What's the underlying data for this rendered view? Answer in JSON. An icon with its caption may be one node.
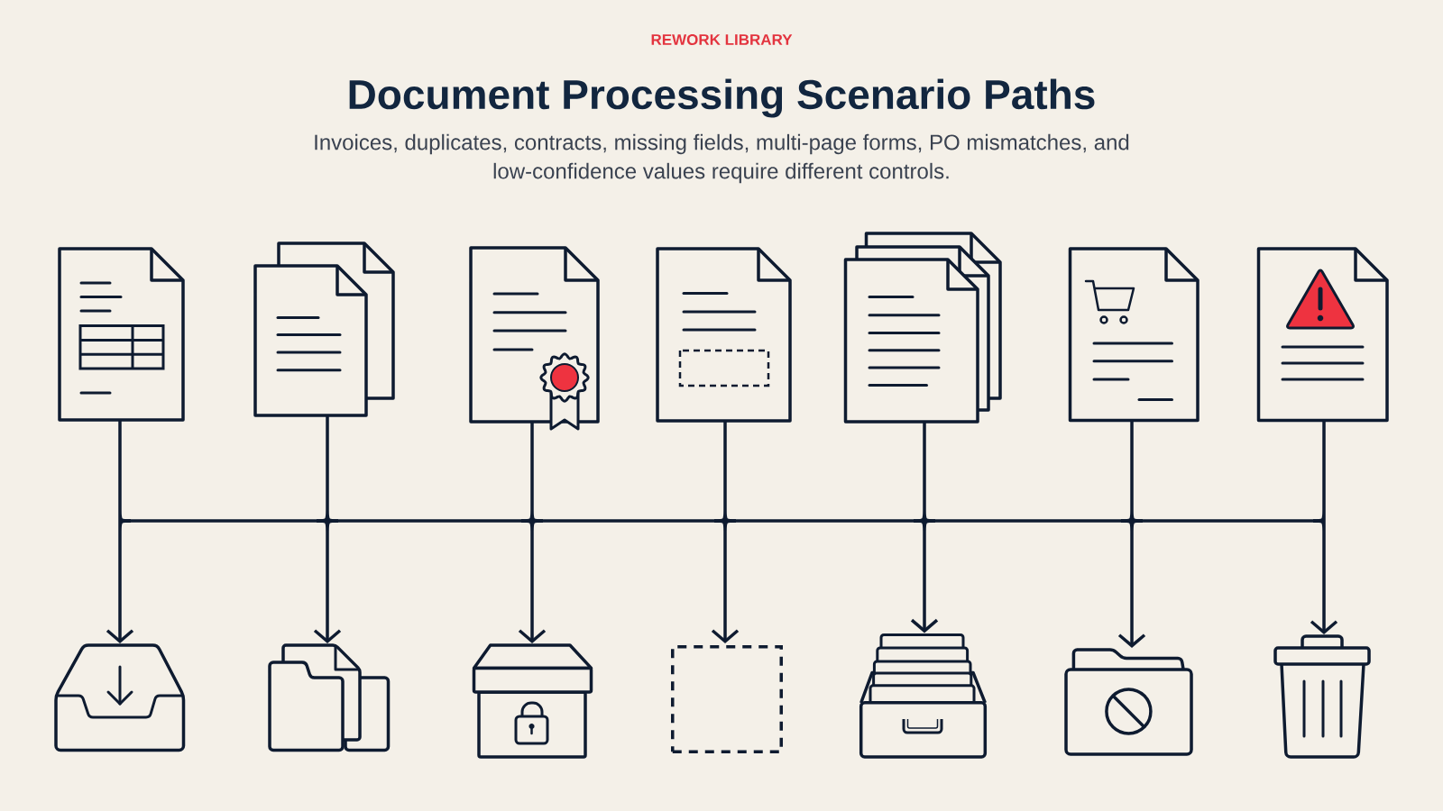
{
  "diagram": {
    "title": "Document Processing Scenario Paths",
    "nodes": [
      {
        "text": [],
        "shape": "picture"
      },
      {
        "text": [],
        "shape": "picture"
      },
      {
        "text": [],
        "shape": "picture"
      },
      {
        "text": [],
        "shape": "picture"
      },
      {
        "text": [],
        "shape": "picture"
      },
      {
        "text": [],
        "shape": "picture"
      },
      {
        "text": [],
        "shape": "picture"
      },
      {
        "text": [],
        "shape": "picture"
      },
      {
        "text": [],
        "shape": "picture"
      },
      {
        "text": [],
        "shape": "picture"
      },
      {
        "text": [],
        "shape": "box"
      },
      {
        "text": [],
        "shape": "picture"
      },
      {
        "text": [],
        "shape": "picture"
      },
      {
        "text": [],
        "shape": "picture"
      }
    ],
    "edges": [
      {
        "from": 0,
        "to": 7,
        "arrow": "to"
      },
      {
        "from": 0,
        "to": 8,
        "arrow": "to"
      },
      {
        "from": 0,
        "to": 9,
        "arrow": "to"
      },
      {
        "from": 0,
        "to": 10,
        "arrow": "to"
      },
      {
        "from": 0,
        "to": 11,
        "arrow": "to"
      },
      {
        "from": 0,
        "to": 12,
        "arrow": "to"
      },
      {
        "from": 0,
        "to": 13,
        "arrow": "to"
      },
      {
        "from": 1,
        "to": 7,
        "arrow": "to"
      },
      {
        "from": 1,
        "to": 8,
        "arrow": "to"
      },
      {
        "from": 1,
        "to": 9,
        "arrow": "to"
      },
      {
        "from": 1,
        "to": 10,
        "arrow": "to"
      },
      {
        "from": 1,
        "to": 11,
        "arrow": "to"
      },
      {
        "from": 1,
        "to": 12,
        "arrow": "to"
      },
      {
        "from": 1,
        "to": 13,
        "arrow": "to"
      },
      {
        "from": 2,
        "to": 7,
        "arrow": "to"
      },
      {
        "from": 2,
        "to": 8,
        "arrow": "to"
      },
      {
        "from": 2,
        "to": 9,
        "arrow": "to"
      },
      {
        "from": 2,
        "to": 10,
        "arrow": "to"
      },
      {
        "from": 2,
        "to": 11,
        "arrow": "to"
      },
      {
        "from": 2,
        "to": 12,
        "arrow": "to"
      },
      {
        "from": 2,
        "to": 13,
        "arrow": "to"
      },
      {
        "from": 3,
        "to": 7,
        "arrow": "to"
      },
      {
        "from": 3,
        "to": 8,
        "arrow": "to"
      },
      {
        "from": 3,
        "to": 9,
        "arrow": "to"
      },
      {
        "from": 3,
        "to": 10,
        "arrow": "to"
      },
      {
        "from": 3,
        "to": 11,
        "arrow": "to"
      },
      {
        "from": 3,
        "to": 12,
        "arrow": "to"
      },
      {
        "from": 3,
        "to": 13,
        "arrow": "to"
      },
      {
        "from": 4,
        "to": 7,
        "arrow": "to"
      },
      {
        "from": 4,
        "to": 8,
        "arrow": "to"
      },
      {
        "from": 4,
        "to": 9,
        "arrow": "to"
      },
      {
        "from": 4,
        "to": 10,
        "arrow": "to"
      },
      {
        "from": 4,
        "to": 11,
        "arrow": "to"
      },
      {
        "from": 4,
        "to": 12,
        "arrow": "to"
      },
      {
        "from": 4,
        "to": 13,
        "arrow": "to"
      },
      {
        "from": 5,
        "to": 7,
        "arrow": "to"
      },
      {
        "from": 5,
        "to": 8,
        "arrow": "to"
      },
      {
        "from": 5,
        "to": 9,
        "arrow": "to"
      },
      {
        "from": 5,
        "to": 10,
        "arrow": "to"
      },
      {
        "from": 5,
        "to": 11,
        "arrow": "to"
      },
      {
        "from": 5,
        "to": 12,
        "arrow": "to"
      },
      {
        "from": 5,
        "to": 13,
        "arrow": "to"
      },
      {
        "from": 6,
        "to": 7,
        "arrow": "to"
      },
      {
        "from": 6,
        "to": 8,
        "arrow": "to"
      },
      {
        "from": 6,
        "to": 9,
        "arrow": "to"
      },
      {
        "from": 6,
        "to": 10,
        "arrow": "to"
      },
      {
        "from": 6,
        "to": 11,
        "arrow": "to"
      },
      {
        "from": 6,
        "to": 12,
        "arrow": "to"
      },
      {
        "from": 6,
        "to": 13,
        "arrow": "to"
      }
    ],
    "labels": [
      "REWORK LIBRARY",
      "Invoices, duplicates, contracts, missing fields, multi-page forms, PO mismatches, and low-confidence values require different controls."
    ]
  }
}
